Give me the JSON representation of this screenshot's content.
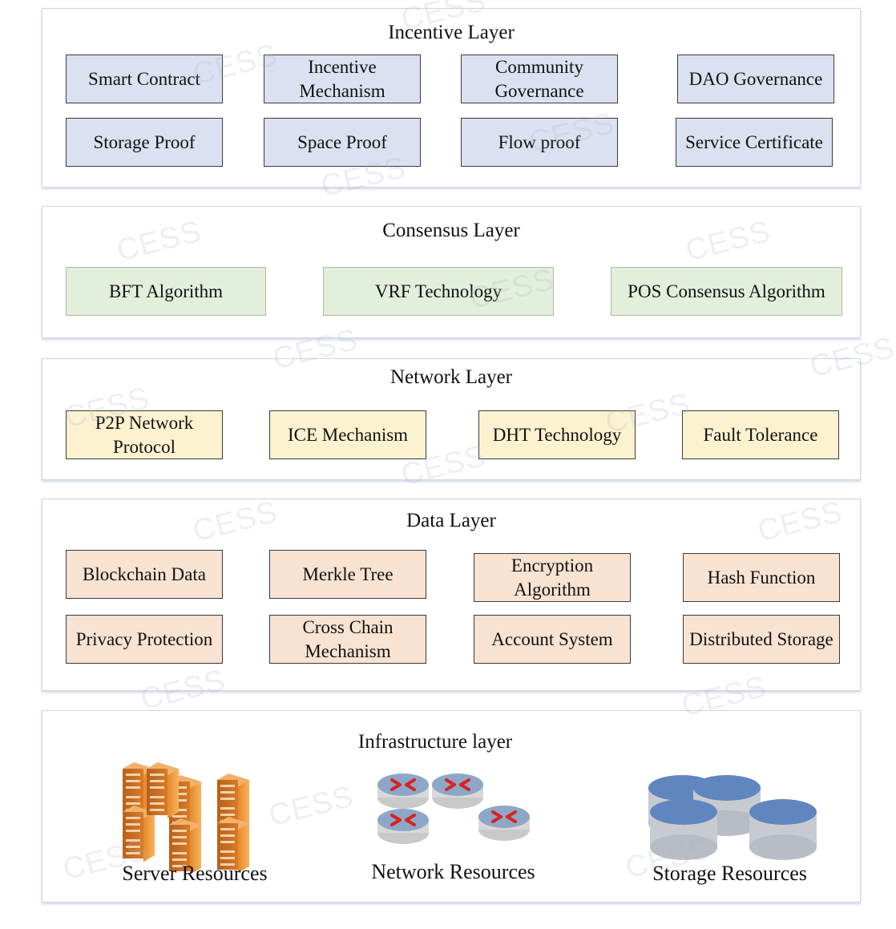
{
  "layers": {
    "incentive": {
      "title": "Incentive Layer",
      "row1": [
        "Smart Contract",
        "Incentive Mechanism",
        "Community Governance",
        "DAO Governance"
      ],
      "row2": [
        "Storage Proof",
        "Space Proof",
        "Flow proof",
        "Service Certificate"
      ]
    },
    "consensus": {
      "title": "Consensus Layer",
      "items": [
        "BFT Algorithm",
        "VRF Technology",
        "POS Consensus Algorithm"
      ]
    },
    "network": {
      "title": "Network Layer",
      "items": [
        "P2P Network Protocol",
        "ICE Mechanism",
        "DHT Technology",
        "Fault Tolerance"
      ]
    },
    "data": {
      "title": "Data Layer",
      "row1": [
        "Blockchain Data",
        "Merkle Tree",
        "Encryption Algorithm",
        "Hash Function"
      ],
      "row2": [
        "Privacy Protection",
        "Cross Chain Mechanism",
        "Account System",
        "Distributed Storage"
      ]
    },
    "infrastructure": {
      "title": "Infrastructure layer",
      "resources": [
        "Server Resources",
        "Network Resources",
        "Storage Resources"
      ]
    }
  },
  "watermark": "CESS",
  "colors": {
    "incentive_box": "#dbe1f0",
    "consensus_box": "#e2efda",
    "network_box": "#fdf2cf",
    "data_box": "#f8e2d2"
  }
}
